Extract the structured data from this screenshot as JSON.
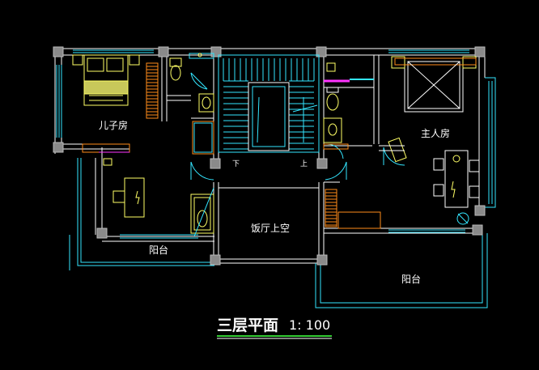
{
  "drawing": {
    "title": "三层平面",
    "scale": "1: 100"
  },
  "rooms": {
    "child_bedroom": "儿子房",
    "master_bedroom": "主人房",
    "dining_void": "饭厅上空",
    "balcony_left": "阳台",
    "balcony_right": "阳台"
  },
  "stair_marks": {
    "down": "下",
    "up": "上"
  },
  "colors": {
    "background": "#000000",
    "wall": "#ffffff",
    "fixture": "#33e6ff",
    "furniture": "#ffff66",
    "column": "#8a8a8a",
    "accent_magenta": "#ff33ff",
    "accent_orange": "#ff8c1a",
    "title_underline": "#33cc33"
  }
}
